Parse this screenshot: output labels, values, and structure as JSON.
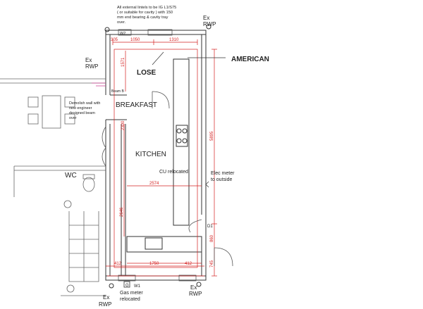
{
  "notes": {
    "lintel_lines": [
      "All external lintels to be IG L1/S75",
      "( or suitable for cavity ) with 150",
      "mm end bearing & cavity tray",
      "over."
    ],
    "demolish_lines": [
      "Demolish wall with",
      "new engineer",
      "designed beam",
      "over"
    ]
  },
  "labels": {
    "american": "AMERICAN",
    "lose": "LOSE",
    "breakfast": "BREAKFAST",
    "kitchen": "KITCHEN",
    "wc": "WC",
    "cu": "CU relocated",
    "elec_lines": [
      "Elec meter",
      "to outside"
    ],
    "gas_lines": [
      "Gas meter",
      "relocated"
    ],
    "beam": "Beam B",
    "w1": "W1",
    "w2": "W2",
    "d1": "D1",
    "g": "G",
    "rwp_tr": [
      "Ex",
      "RWP"
    ],
    "rwp_l": [
      "Ex",
      "RWP"
    ],
    "rwp_bl": [
      "Ex",
      "RWP"
    ],
    "rwp_br": [
      "Ex",
      "RWP"
    ]
  },
  "dims": {
    "d1050": "1050",
    "d1310": "1310",
    "d305": "305",
    "d1571": "1571",
    "d5895": "5895",
    "d2574": "2574",
    "d2300": "2300",
    "d2646": "2646",
    "d412a": "412",
    "d1750": "1750",
    "d412b": "412",
    "d860": "860",
    "d745": "745"
  },
  "colors": {
    "line": "#333333",
    "red": "#d42020",
    "grey": "#888888",
    "pink": "#d04a9a"
  }
}
